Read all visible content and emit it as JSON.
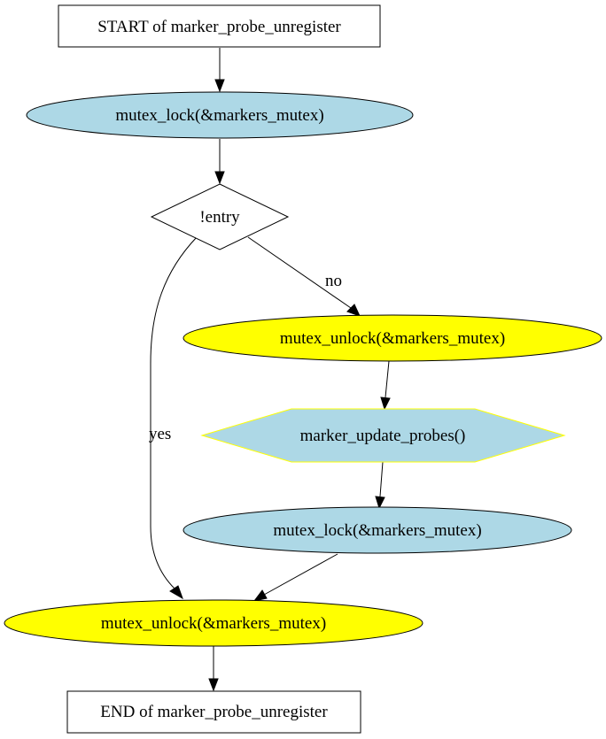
{
  "diagram": {
    "type": "flowchart",
    "colors": {
      "lock_fill": "#add8e6",
      "unlock_fill": "#ffff00",
      "hexagon_border": "#ffff00",
      "stroke": "#000000",
      "background": "#ffffff"
    },
    "nodes": {
      "start": {
        "label": "START of marker_probe_unregister",
        "shape": "box"
      },
      "lock1": {
        "label": "mutex_lock(&markers_mutex)",
        "shape": "ellipse"
      },
      "cond": {
        "label": "!entry",
        "shape": "diamond"
      },
      "unlock1": {
        "label": "mutex_unlock(&markers_mutex)",
        "shape": "ellipse"
      },
      "update": {
        "label": "marker_update_probes()",
        "shape": "hexagon"
      },
      "lock2": {
        "label": "mutex_lock(&markers_mutex)",
        "shape": "ellipse"
      },
      "unlock2": {
        "label": "mutex_unlock(&markers_mutex)",
        "shape": "ellipse"
      },
      "end": {
        "label": "END of marker_probe_unregister",
        "shape": "box"
      }
    },
    "edges": {
      "cond_no": {
        "from": "cond",
        "to": "unlock1",
        "label": "no"
      },
      "cond_yes": {
        "from": "cond",
        "to": "unlock2",
        "label": "yes"
      }
    }
  }
}
